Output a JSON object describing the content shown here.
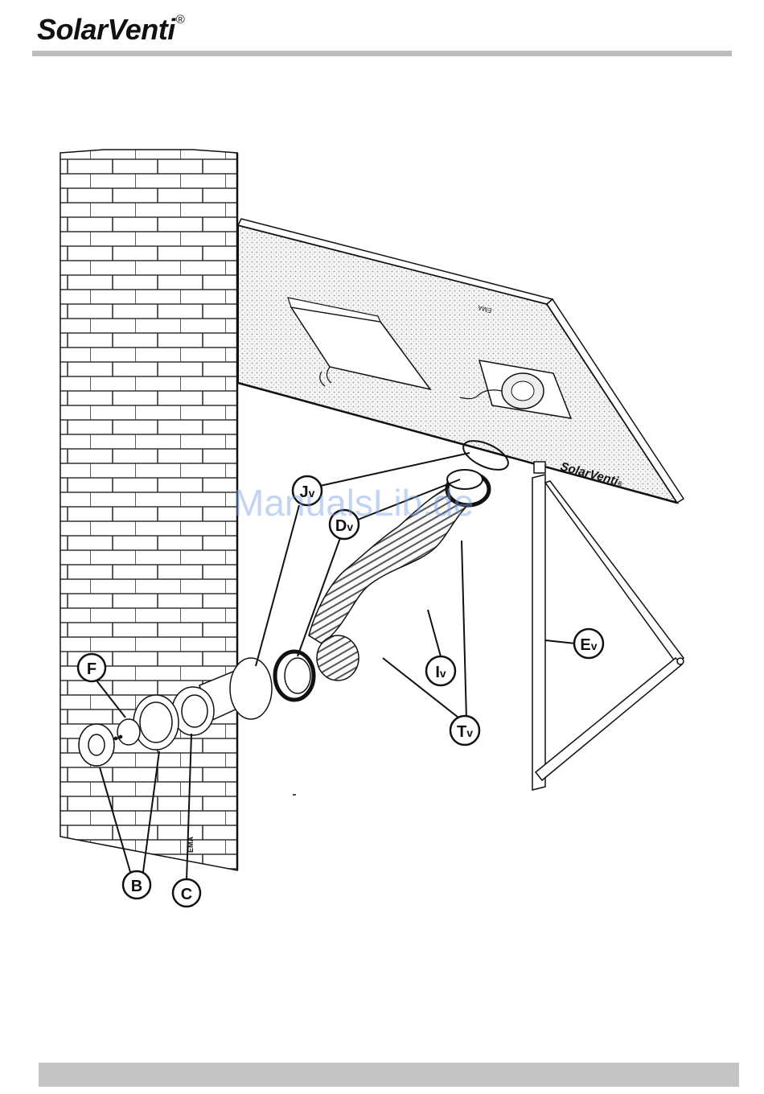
{
  "header": {
    "brand_name": "SolarVenti",
    "registered_mark": "®"
  },
  "diagram": {
    "panel_logo": "SolarVenti",
    "panel_logo_mark": "®",
    "wall_marking": "EMA",
    "callouts": {
      "jv": {
        "letter": "J",
        "sub": "v"
      },
      "dv": {
        "letter": "D",
        "sub": "v"
      },
      "iv": {
        "letter": "I",
        "sub": "v"
      },
      "tv": {
        "letter": "T",
        "sub": "v"
      },
      "ev": {
        "letter": "E",
        "sub": "v"
      },
      "f": {
        "letter": "F",
        "sub": ""
      },
      "b": {
        "letter": "B",
        "sub": ""
      },
      "c": {
        "letter": "C",
        "sub": ""
      }
    }
  },
  "watermark": "ManualsLib.de",
  "colors": {
    "rule": "#bdbdbd",
    "line": "#111111",
    "watermark": "#78a0e6"
  }
}
